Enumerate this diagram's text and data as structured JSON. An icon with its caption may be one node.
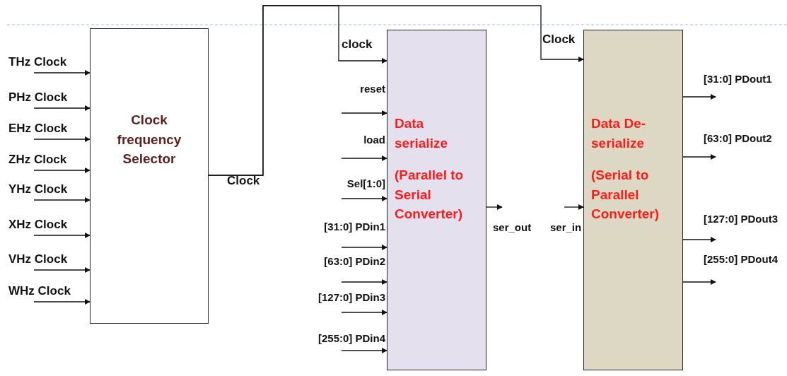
{
  "diagram": {
    "nodes": [
      {
        "text": [
          "Clock frequency Selector"
        ]
      },
      {
        "text": [
          "Data serialize",
          "(Parallel to Serial Converter)"
        ]
      },
      {
        "text": [
          "Data De- serialize",
          "(Serial to Parallel Converter)"
        ]
      }
    ],
    "edges": [
      {
        "from": null,
        "to": 0,
        "arrow": "to",
        "label": "THz Clock"
      },
      {
        "from": null,
        "to": 0,
        "arrow": "to",
        "label": "PHz Clock"
      },
      {
        "from": null,
        "to": 0,
        "arrow": "to",
        "label": "EHz Clock"
      },
      {
        "from": null,
        "to": 0,
        "arrow": "to",
        "label": "ZHz Clock"
      },
      {
        "from": null,
        "to": 0,
        "arrow": "to",
        "label": "YHz Clock"
      },
      {
        "from": null,
        "to": 0,
        "arrow": "to",
        "label": "XHz Clock"
      },
      {
        "from": null,
        "to": 0,
        "arrow": "to",
        "label": "VHz Clock"
      },
      {
        "from": null,
        "to": 0,
        "arrow": "to",
        "label": "WHz Clock"
      },
      {
        "from": 0,
        "to": 1,
        "arrow": "to",
        "label": "clock"
      },
      {
        "from": 0,
        "to": 2,
        "arrow": "to",
        "label": "Clock"
      },
      {
        "from": null,
        "to": 1,
        "arrow": "to",
        "label": "reset"
      },
      {
        "from": null,
        "to": 1,
        "arrow": "to",
        "label": "load"
      },
      {
        "from": null,
        "to": 1,
        "arrow": "to",
        "label": "Sel[1:0]"
      },
      {
        "from": null,
        "to": 1,
        "arrow": "to",
        "label": "[31:0] PDin1"
      },
      {
        "from": null,
        "to": 1,
        "arrow": "to",
        "label": "[63:0] PDin2"
      },
      {
        "from": null,
        "to": 1,
        "arrow": "to",
        "label": "[127:0] PDin3"
      },
      {
        "from": null,
        "to": 1,
        "arrow": "to",
        "label": "[255:0] PDin4"
      },
      {
        "from": 1,
        "to": null,
        "arrow": "to",
        "label": "ser_out"
      },
      {
        "from": null,
        "to": 2,
        "arrow": "to",
        "label": "ser_in"
      },
      {
        "from": 2,
        "to": null,
        "arrow": "to",
        "label": "[31:0] PDout1"
      },
      {
        "from": 2,
        "to": null,
        "arrow": "to",
        "label": "[63:0] PDout2"
      },
      {
        "from": 2,
        "to": null,
        "arrow": "to",
        "label": "[127:0] PDout3"
      },
      {
        "from": 2,
        "to": null,
        "arrow": "to",
        "label": "[255:0] PDout4"
      }
    ],
    "labels": [
      "Clock"
    ]
  }
}
